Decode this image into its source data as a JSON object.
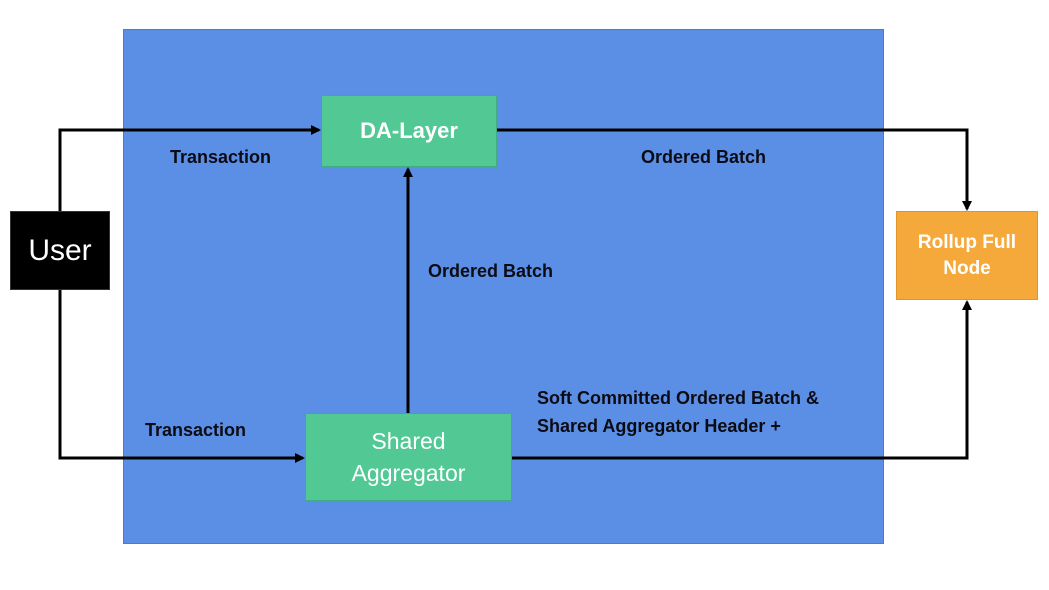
{
  "nodes": {
    "user": "User",
    "da_layer": "DA-Layer",
    "shared_aggregator": "Shared Aggregator",
    "rollup_full_node": "Rollup Full Node"
  },
  "edges": {
    "user_to_da": "Transaction",
    "user_to_aggregator": "Transaction",
    "da_to_rollup": "Ordered Batch",
    "aggregator_to_da": "Ordered Batch",
    "aggregator_to_rollup": "Soft Committed Ordered Batch & Shared Aggregator Header +"
  },
  "colors": {
    "panel": "#5b8fe5",
    "node_green": "#52c995",
    "node_orange": "#f6a93b",
    "user_box": "#000000",
    "arrow": "#000000"
  }
}
